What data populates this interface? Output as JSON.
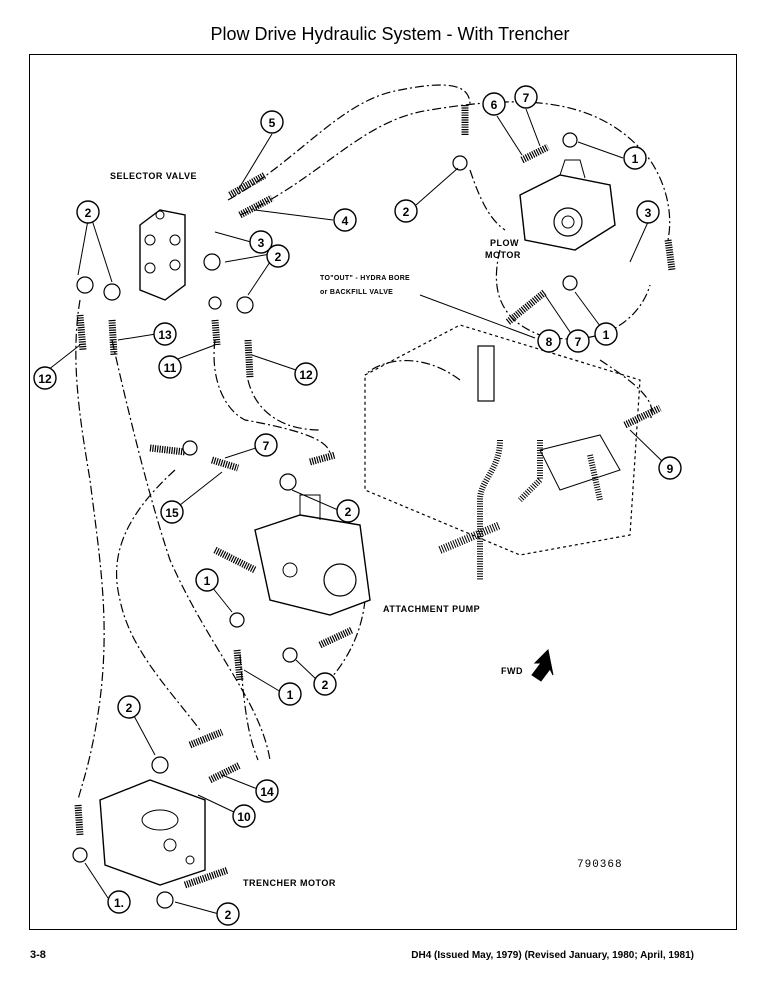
{
  "title": "Plow Drive Hydraulic System - With Trencher",
  "labels": {
    "selector_valve": "SELECTOR VALVE",
    "plow_motor_1": "PLOW",
    "plow_motor_2": "MOTOR",
    "to_out_1": "TO\"OUT\" - HYDRA BORE",
    "to_out_2": "or BACKFILL VALVE",
    "attachment_pump": "ATTACHMENT PUMP",
    "fwd": "FWD",
    "trencher_motor": "TRENCHER MOTOR",
    "drawing_number": "790368"
  },
  "callouts": [
    "5",
    "6",
    "7",
    "1",
    "2",
    "4",
    "3",
    "2",
    "3",
    "2",
    "2",
    "13",
    "12",
    "11",
    "12",
    "8",
    "7",
    "1",
    "7",
    "9",
    "15",
    "2",
    "1",
    "1",
    "2",
    "2",
    "14",
    "10",
    "1.",
    "2"
  ],
  "footer": {
    "page": "3-8",
    "issue": "DH4 (Issued May, 1979) (Revised January, 1980; April, 1981)"
  },
  "icons": [
    "fwd-arrow-icon"
  ]
}
